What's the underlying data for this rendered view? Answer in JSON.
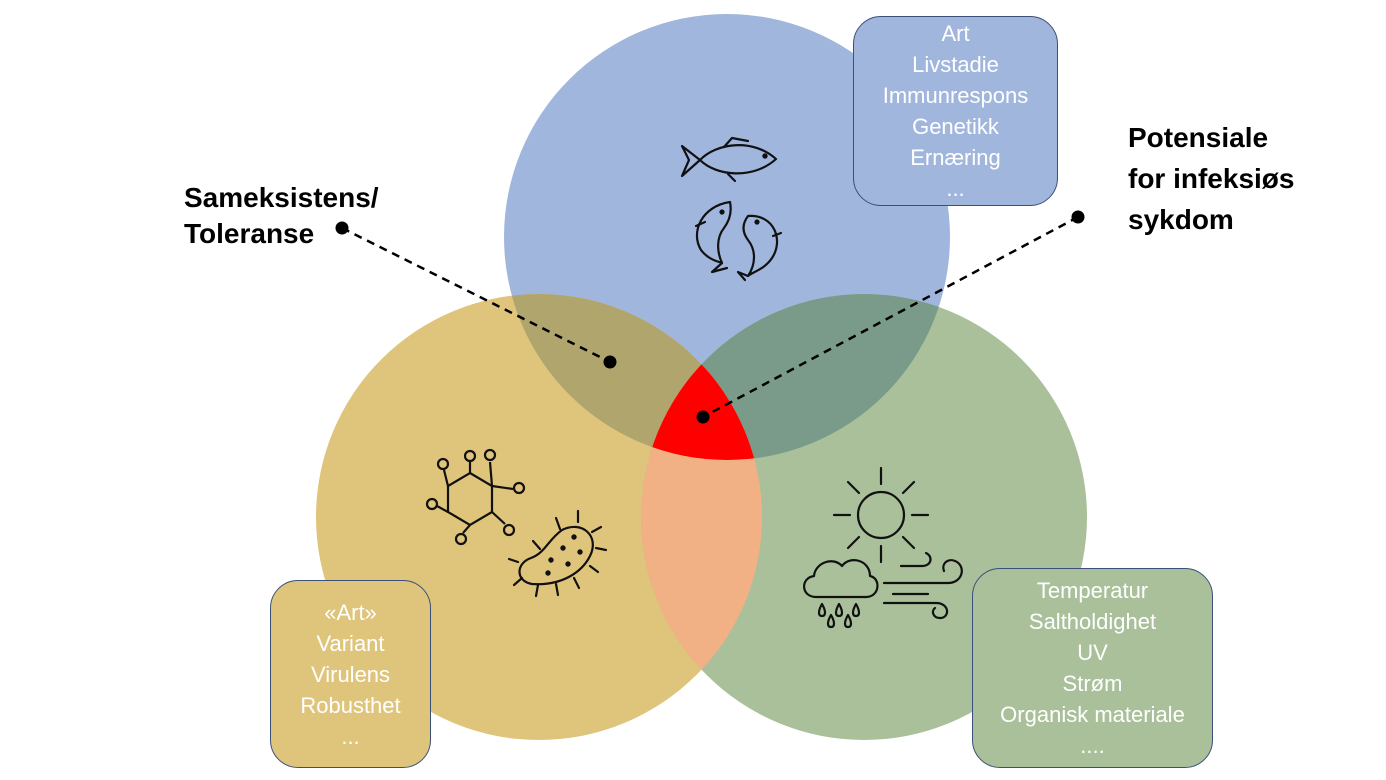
{
  "labels": {
    "tolerance": [
      "Sameksistens/",
      "Toleranse"
    ],
    "disease": [
      "Potensiale",
      "for infeksiøs",
      "sykdom"
    ]
  },
  "boxes": {
    "host": [
      "Art",
      "Livstadie",
      "Immunrespons",
      "Genetikk",
      "Ernæring",
      "..."
    ],
    "pathogen": [
      "«Art»",
      "Variant",
      "Virulens",
      "Robusthet",
      "..."
    ],
    "environment": [
      "Temperatur",
      "Saltholdighet",
      "UV",
      "Strøm",
      "Organisk materiale",
      "...."
    ]
  },
  "colors": {
    "host_circle": "#a1b6dd",
    "pathogen_circle": "#dfc47c",
    "environment_circle": "#a9c09a",
    "host_pathogen_overlap": "#afa56d",
    "host_environment_overlap": "#7a9b89",
    "pathogen_environment_overlap": "#f2b184",
    "center_overlap": "#ff0000"
  },
  "icons": {
    "host": [
      "fish-icon",
      "two-fish-icon"
    ],
    "pathogen": [
      "virus-icon",
      "bacterium-icon"
    ],
    "environment": [
      "sun-icon",
      "rain-cloud-icon",
      "wind-icon"
    ]
  }
}
